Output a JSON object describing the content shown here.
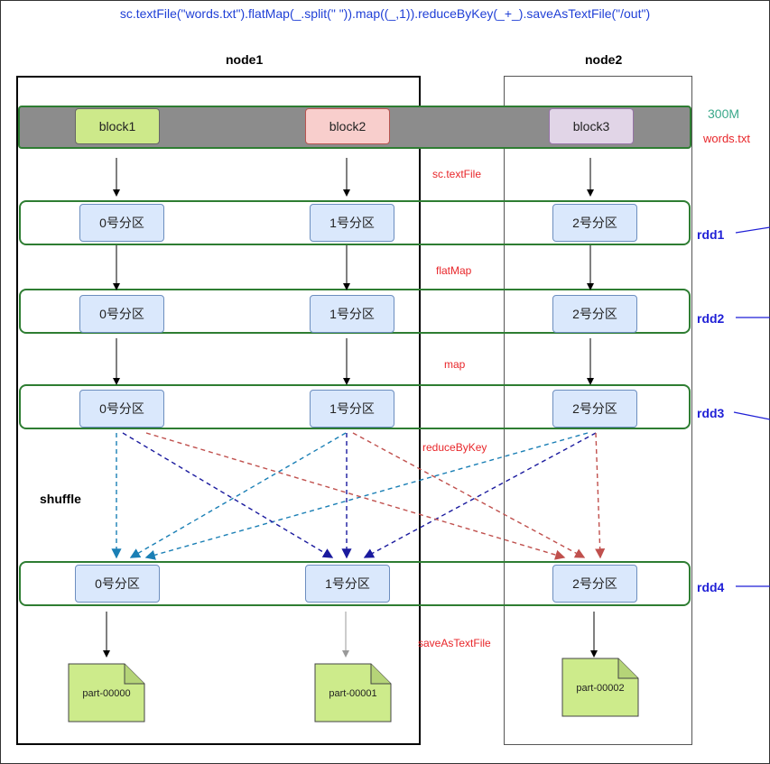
{
  "code_line": "sc.textFile(\"words.txt\").flatMap(_.split(\" \")).map((_,1)).reduceByKey(_+_).saveAsTextFile(\"/out\")",
  "nodes": {
    "node1": "node1",
    "node2": "node2"
  },
  "blocks": [
    "block1",
    "block2",
    "block3"
  ],
  "file_size": "300M",
  "file_name": "words.txt",
  "operations": {
    "textFile": "sc.textFile",
    "flatMap": "flatMap",
    "map": "map",
    "reduceByKey": "reduceByKey",
    "saveAsTextFile": "saveAsTextFile"
  },
  "partitions": [
    "0号分区",
    "1号分区",
    "2号分区"
  ],
  "rdds": [
    "rdd1",
    "rdd2",
    "rdd3",
    "rdd4"
  ],
  "shuffle_label": "shuffle",
  "output_files": [
    "part-00000",
    "part-00001",
    "part-00002"
  ],
  "colors": {
    "code": "#1f3fd6",
    "op": "#e8262a",
    "rdd": "#1f1fd6",
    "size": "#3aa88a",
    "row_border": "#2e7d32",
    "partition_fill": "#dae8fc",
    "file_fill": "#cdeb8b"
  }
}
